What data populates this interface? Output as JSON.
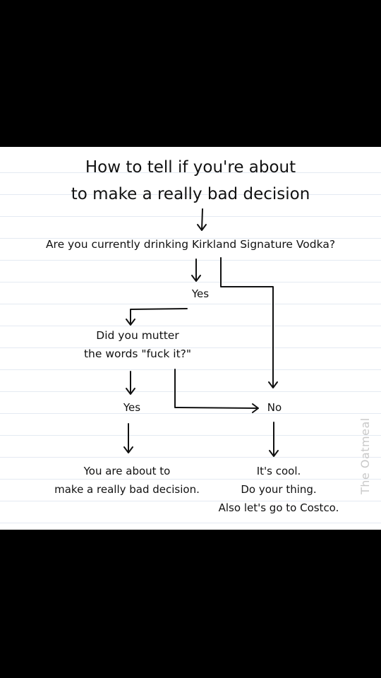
{
  "title": {
    "line1": "How to tell if you're about",
    "line2": "to make a really bad decision"
  },
  "questions": {
    "q1": "Are you currently drinking Kirkland Signature Vodka?",
    "q2_line1": "Did you mutter",
    "q2_line2": "the words \"fuck it?\""
  },
  "labels": {
    "yes1": "Yes",
    "yes2": "Yes",
    "no": "No"
  },
  "outcomes": {
    "bad_line1": "You are about to",
    "bad_line2": "make a really bad decision.",
    "good_line1": "It's cool.",
    "good_line2": "Do your thing.",
    "good_line3": "Also let's go to Costco."
  },
  "watermark": "The Oatmeal"
}
